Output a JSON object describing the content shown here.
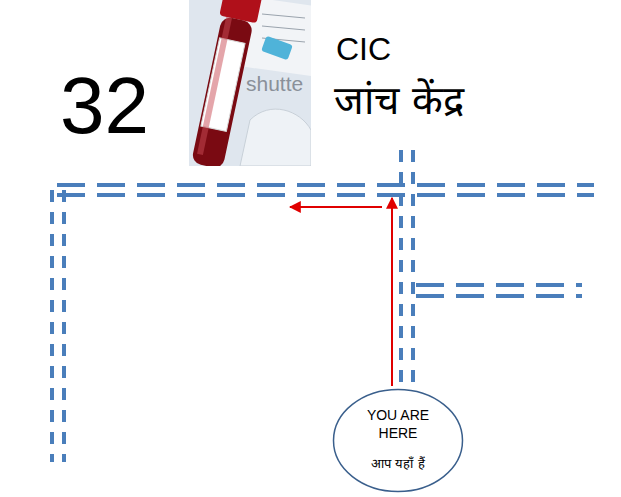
{
  "diagram": {
    "nodes": [
      {
        "text": [
          "YOU ARE HERE",
          "आप यहाँ हैं"
        ]
      }
    ],
    "labels": [
      "32",
      "CIC",
      "जांच केंद्र",
      "shutte"
    ]
  }
}
